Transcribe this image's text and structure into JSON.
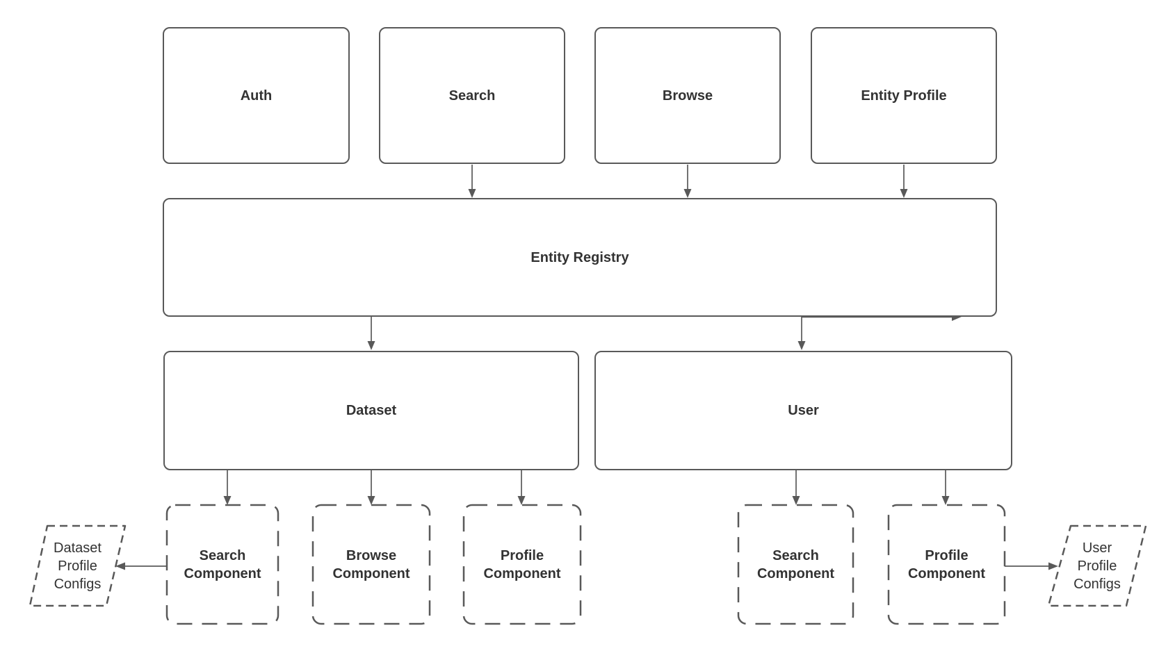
{
  "diagram": {
    "nodes": {
      "auth": {
        "label": "Auth"
      },
      "search": {
        "label": "Search"
      },
      "browse": {
        "label": "Browse"
      },
      "entity_profile": {
        "label": "Entity Profile"
      },
      "entity_registry": {
        "label": "Entity Registry"
      },
      "dataset": {
        "label": "Dataset"
      },
      "user": {
        "label": "User"
      },
      "dataset_search_component": {
        "label": "Search Component"
      },
      "dataset_browse_component": {
        "label": "Browse Component"
      },
      "dataset_profile_component": {
        "label": "Profile Component"
      },
      "user_search_component": {
        "label": "Search Component"
      },
      "user_profile_component": {
        "label": "Profile Component"
      },
      "dataset_profile_configs": {
        "label": "Dataset Profile Configs"
      },
      "user_profile_configs": {
        "label": "User Profile Configs"
      }
    },
    "edges": [
      {
        "from": "search",
        "to": "entity_registry"
      },
      {
        "from": "browse",
        "to": "entity_registry"
      },
      {
        "from": "entity_profile",
        "to": "entity_registry"
      },
      {
        "from": "entity_registry",
        "to": "dataset"
      },
      {
        "from": "entity_registry",
        "to": "user"
      },
      {
        "from": "entity_registry",
        "to": "entity_registry",
        "note": "right-pointing arrowhead along bottom edge near bottom-right corner"
      },
      {
        "from": "dataset",
        "to": "dataset_search_component"
      },
      {
        "from": "dataset",
        "to": "dataset_browse_component"
      },
      {
        "from": "dataset",
        "to": "dataset_profile_component"
      },
      {
        "from": "user",
        "to": "user_search_component"
      },
      {
        "from": "user",
        "to": "user_profile_component"
      },
      {
        "from": "dataset_search_component",
        "to": "dataset_profile_configs"
      },
      {
        "from": "user_profile_component",
        "to": "user_profile_configs"
      }
    ],
    "colors": {
      "stroke": "#595959",
      "text": "#333333",
      "background": "#ffffff"
    }
  }
}
